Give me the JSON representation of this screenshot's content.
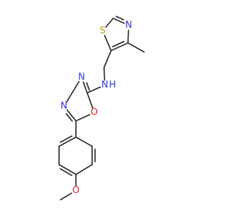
{
  "molecule": {
    "colors": {
      "bond": "#2b2b2b",
      "C": "#2b2b2b",
      "N": "#2a35e0",
      "O": "#e02020",
      "S": "#b5a100"
    },
    "atoms": [
      {
        "id": "S1",
        "label": "S",
        "element": "S"
      },
      {
        "id": "N3",
        "label": "N",
        "element": "N"
      },
      {
        "id": "NH",
        "label": "N",
        "element": "N"
      },
      {
        "id": "H",
        "label": "H",
        "element": "N"
      },
      {
        "id": "N3o",
        "label": "N",
        "element": "N"
      },
      {
        "id": "N4o",
        "label": "N",
        "element": "N"
      },
      {
        "id": "O1",
        "label": "O",
        "element": "O"
      },
      {
        "id": "OMe",
        "label": "O",
        "element": "O"
      }
    ]
  }
}
